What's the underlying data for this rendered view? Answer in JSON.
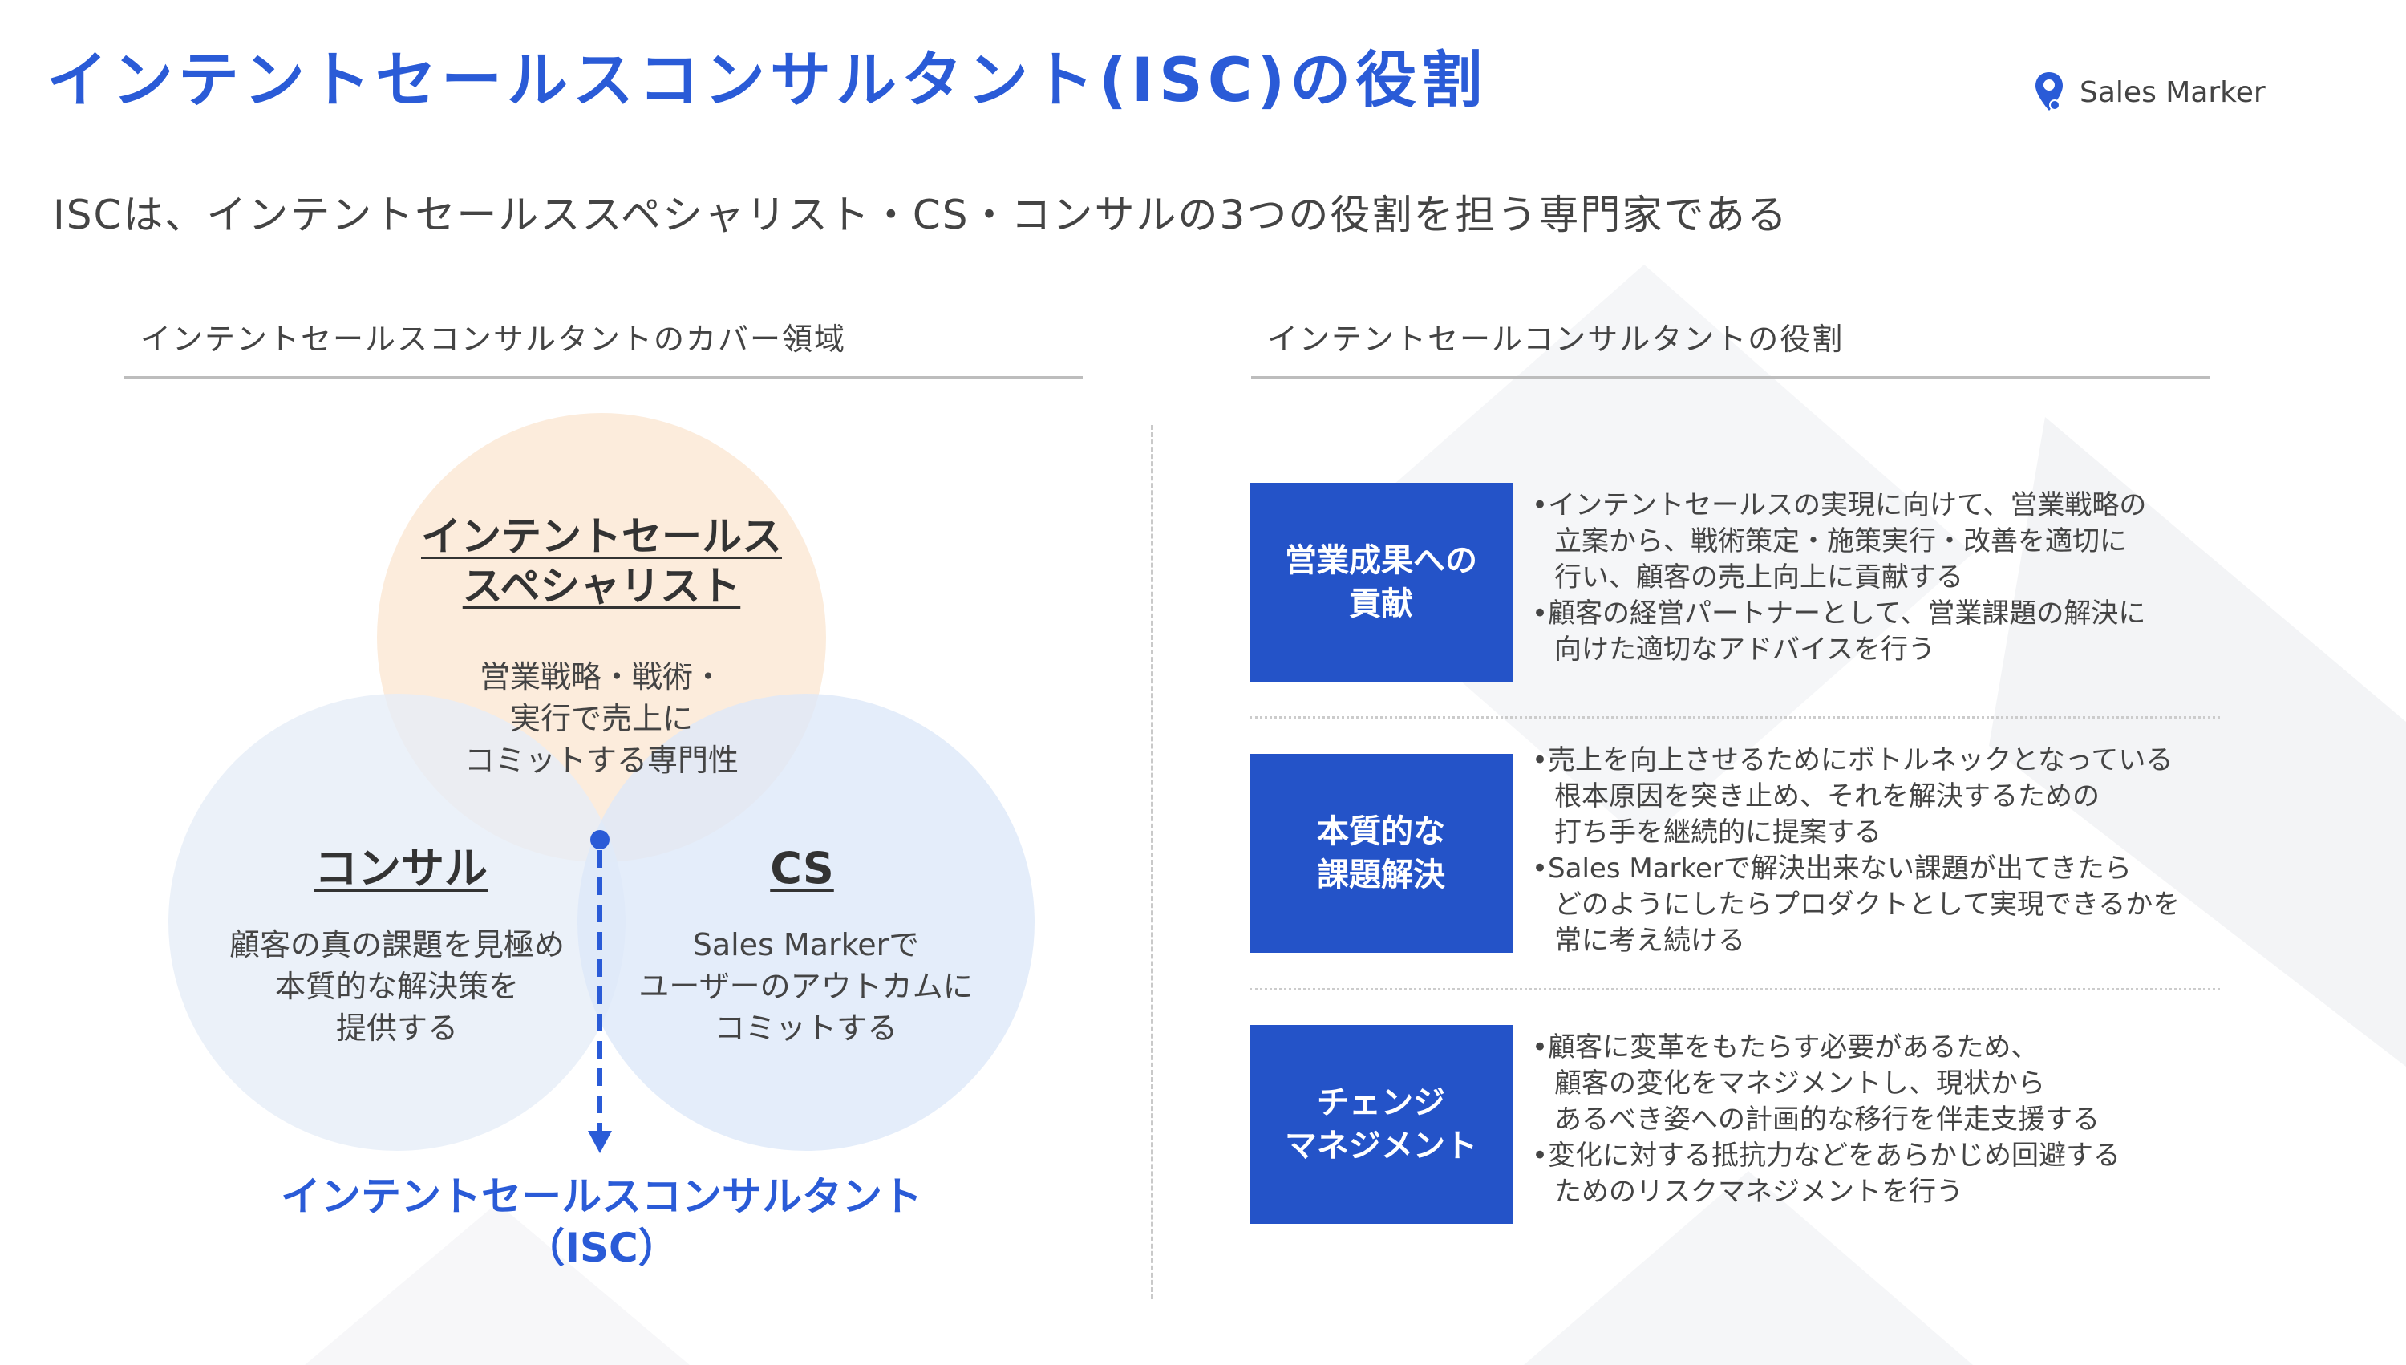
{
  "title": "インテントセールスコンサルタント(ISC)の役割",
  "brand": {
    "name": "Sales Marker"
  },
  "subtitle": "ISCは、インテントセールススペシャリスト・CS・コンサルの3つの役割を担う専門家である",
  "left_section": {
    "heading": "インテントセールスコンサルタントのカバー領域",
    "venn": {
      "specialist": {
        "title_line1": "インテントセールス",
        "title_line2": "スペシャリスト",
        "body": "営業戦略・戦術・\n実行で売上に\nコミットする専門性"
      },
      "consul": {
        "title": "コンサル",
        "body": "顧客の真の課題を見極め\n本質的な解決策を\n提供する"
      },
      "cs": {
        "title": "CS",
        "body": "Sales Markerで\nユーザーのアウトカムに\nコミットする"
      }
    },
    "isc_label_line1": "インテントセールスコンサルタント",
    "isc_label_line2": "（ISC）"
  },
  "right_section": {
    "heading": "インテントセールコンサルタントの役割",
    "roles": [
      {
        "label": "営業成果への\n貢献",
        "bullets": [
          "•インテントセールスの実現に向けて、営業戦略の\n立案から、戦術策定・施策実行・改善を適切に\n行い、顧客の売上向上に貢献する",
          "•顧客の経営パートナーとして、営業課題の解決に\n向けた適切なアドバイスを行う"
        ]
      },
      {
        "label": "本質的な\n課題解決",
        "bullets": [
          "•売上を向上させるためにボトルネックとなっている\n根本原因を突き止め、それを解決するための\n打ち手を継続的に提案する",
          "•Sales Markerで解決出来ない課題が出てきたら\nどのようにしたらプロダクトとして実現できるかを\n常に考え続ける"
        ]
      },
      {
        "label": "チェンジ\nマネジメント",
        "bullets": [
          "•顧客に変革をもたらす必要があるため、\n顧客の変化をマネジメントし、現状から\nあるべき姿への計画的な移行を伴走支援する",
          "•変化に対する抵抗力などをあらかじめ回避する\nためのリスクマネジメントを行う"
        ]
      }
    ]
  },
  "colors": {
    "accent": "#2a5bd7",
    "role_box": "#2453c8",
    "circle_specialist": "#fbe9d6",
    "circle_consul": "#e6eef8",
    "circle_cs": "#dde9f9"
  }
}
